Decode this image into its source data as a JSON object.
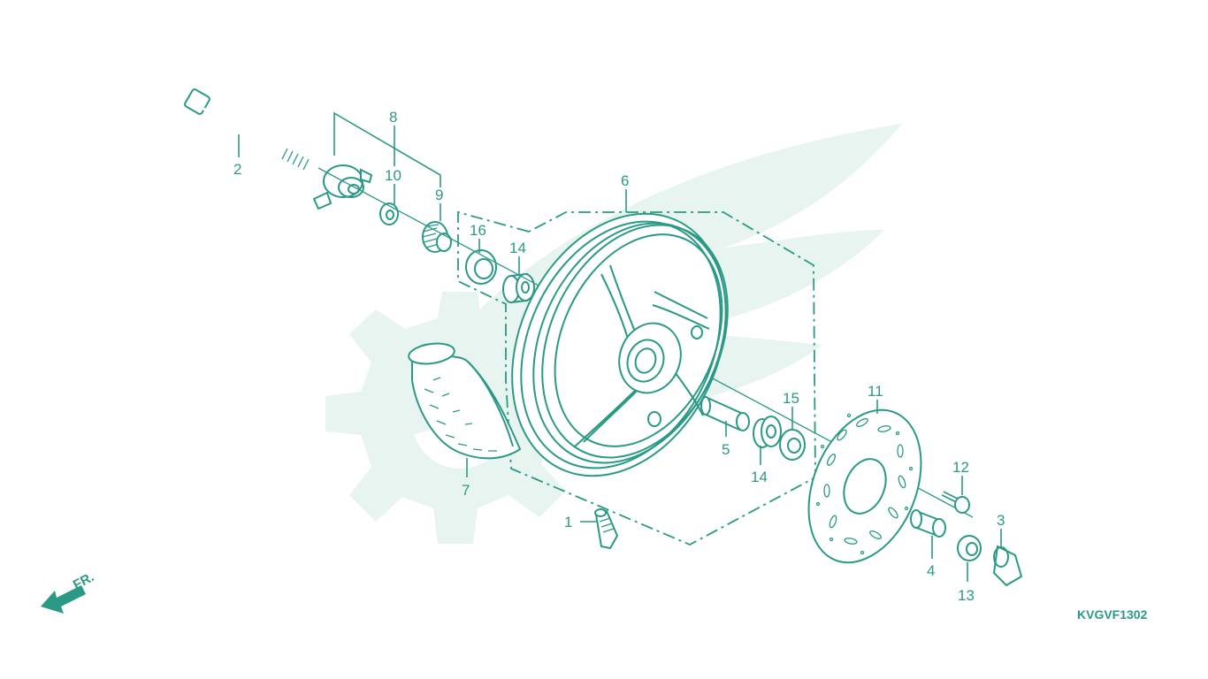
{
  "diagram": {
    "code": "KVGVF1302",
    "direction_label": "FR.",
    "callouts": {
      "c1": "1",
      "c2": "2",
      "c3": "3",
      "c4": "4",
      "c5": "5",
      "c6": "6",
      "c7": "7",
      "c8": "8",
      "c9": "9",
      "c10": "10",
      "c11": "11",
      "c12": "12",
      "c13": "13",
      "c14a": "14",
      "c14b": "14",
      "c15": "15",
      "c16": "16"
    }
  },
  "colors": {
    "line": "#2a9a86",
    "watermark": "#e8f4ef",
    "background": "#ffffff"
  }
}
